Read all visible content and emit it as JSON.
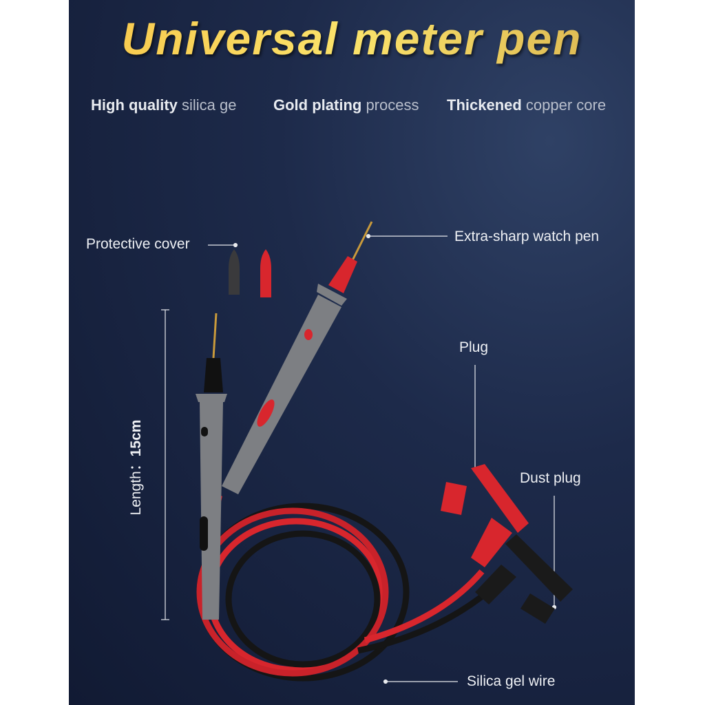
{
  "title": "Universal meter pen",
  "features": [
    {
      "bold": "High quality",
      "light": " silica ge"
    },
    {
      "bold": "Gold plating",
      "light": " process"
    },
    {
      "bold": "Thickened",
      "light": " copper core"
    }
  ],
  "labels": {
    "protective_cover": "Protective cover",
    "extra_sharp": "Extra-sharp watch pen",
    "length_prefix": "Length：",
    "length_value": "15cm",
    "plug": "Plug",
    "dust_plug": "Dust plug",
    "silica_wire": "Silica gel wire"
  },
  "colors": {
    "background": "#1d2a4a",
    "title": "#f7d14f",
    "red": "#d8262d",
    "grey": "#7d7f83",
    "black": "#1a1a1a"
  }
}
